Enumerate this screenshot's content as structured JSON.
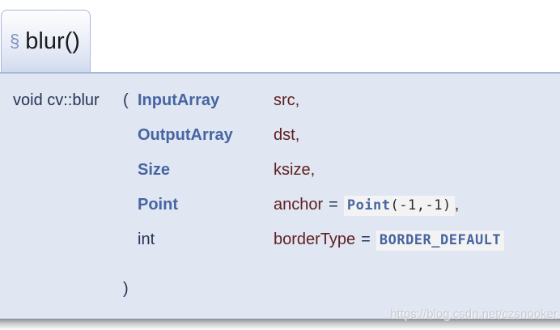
{
  "page": {
    "title_section_mark": "§",
    "title": "blur()"
  },
  "signature": {
    "memname": "void cv::blur",
    "open_paren": "(",
    "close_paren": ")",
    "params": [
      {
        "type": "InputArray",
        "name": "src",
        "sep": ","
      },
      {
        "type": "OutputArray",
        "name": "dst",
        "sep": ","
      },
      {
        "type": "Size",
        "name": "ksize",
        "sep": ","
      },
      {
        "type": "Point",
        "name": "anchor",
        "eq": "=",
        "default_link": "Point",
        "default_code": "(-1,-1)",
        "sep": ","
      },
      {
        "type": "int",
        "name": "borderType",
        "eq": "=",
        "default_link": "BORDER_DEFAULT"
      }
    ]
  },
  "watermark": "https://blog.csdn.net/czsnooker",
  "colors": {
    "link": "#4665A2",
    "param_name": "#602020",
    "proto_background": "#E0E6F2",
    "border": "#A8B8D9",
    "code_background": "#F3F3F4",
    "tab_gradient_bottom": "#D0DAEE",
    "permalink": "#8290C5"
  }
}
